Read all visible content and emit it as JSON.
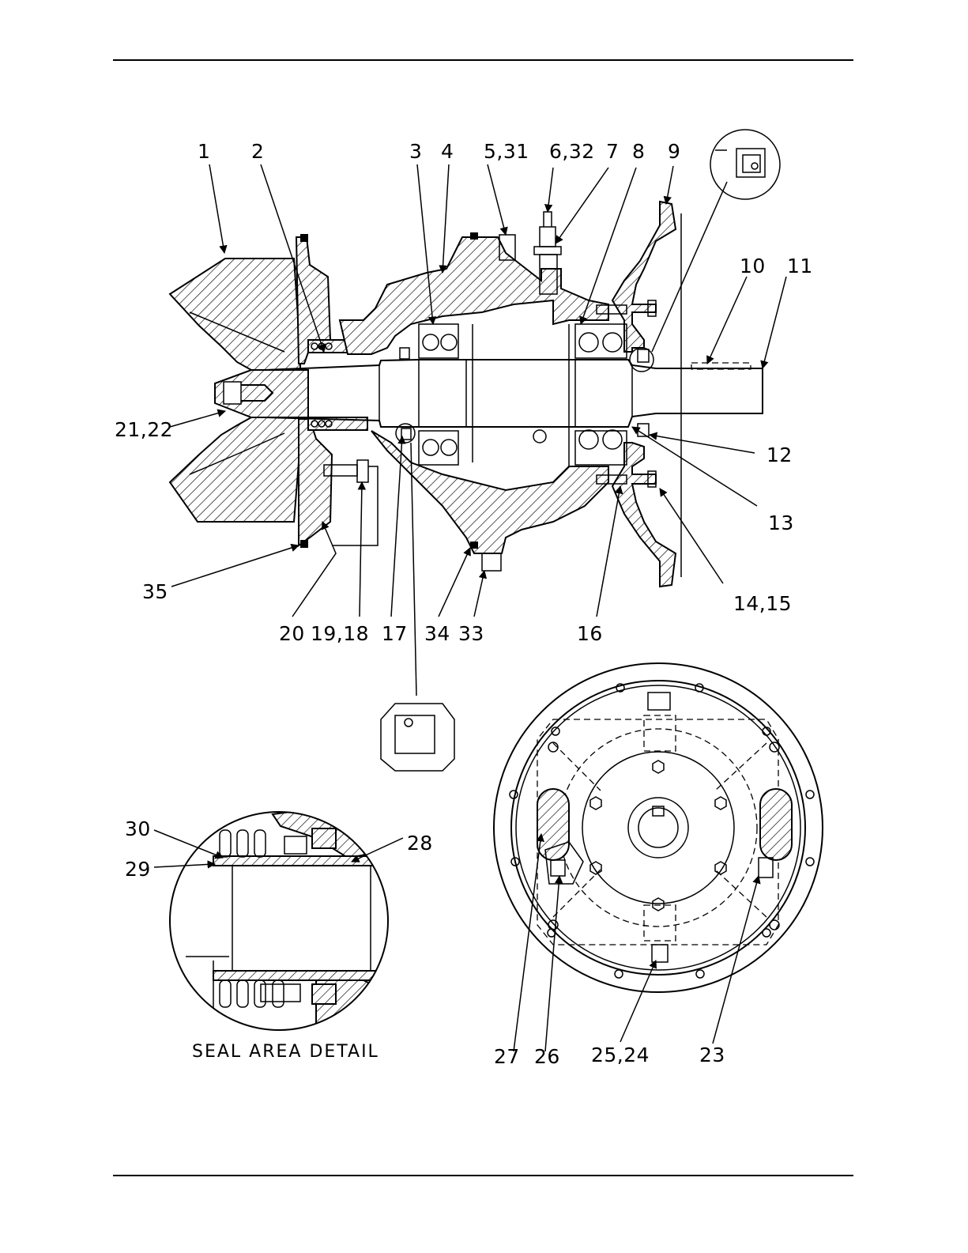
{
  "part_callouts_section_view": {
    "top": [
      "1",
      "2",
      "3",
      "4",
      "5,31",
      "6,32",
      "7",
      "8",
      "9",
      "10",
      "11"
    ],
    "left": [
      "21,22",
      "35"
    ],
    "right": [
      "12",
      "13",
      "14,15"
    ],
    "bottom": [
      "20",
      "19,18",
      "17",
      "34",
      "33",
      "16"
    ]
  },
  "seal_detail_callouts": [
    "30",
    "29",
    "28"
  ],
  "seal_detail_caption": "SEAL AREA DETAIL",
  "end_view_callouts": [
    "27",
    "26",
    "25,24",
    "23"
  ],
  "icons": [
    "lip-seal-detail-icon",
    "shaft-seal-detail-icon"
  ]
}
